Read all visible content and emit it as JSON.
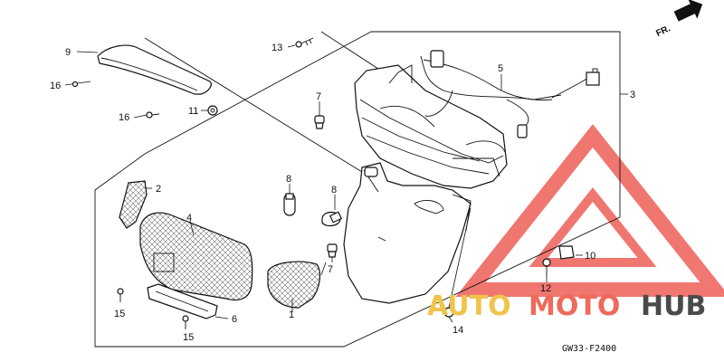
{
  "diagram": {
    "code": "GW33-F2400",
    "direction_label": "FR.",
    "callouts": [
      {
        "id": "c1",
        "text": "1"
      },
      {
        "id": "c2",
        "text": "2"
      },
      {
        "id": "c3",
        "text": "3"
      },
      {
        "id": "c4",
        "text": "4"
      },
      {
        "id": "c5",
        "text": "5"
      },
      {
        "id": "c6",
        "text": "6"
      },
      {
        "id": "c7a",
        "text": "7"
      },
      {
        "id": "c7b",
        "text": "7"
      },
      {
        "id": "c8a",
        "text": "8"
      },
      {
        "id": "c8b",
        "text": "8"
      },
      {
        "id": "c9",
        "text": "9"
      },
      {
        "id": "c10",
        "text": "10"
      },
      {
        "id": "c11",
        "text": "11"
      },
      {
        "id": "c12",
        "text": "12"
      },
      {
        "id": "c13",
        "text": "13"
      },
      {
        "id": "c14",
        "text": "14"
      },
      {
        "id": "c15a",
        "text": "15"
      },
      {
        "id": "c15b",
        "text": "15"
      },
      {
        "id": "c16a",
        "text": "16"
      },
      {
        "id": "c16b",
        "text": "16"
      }
    ]
  },
  "watermark": {
    "part1": "AUTO",
    "part2": "MOTO",
    "part3": "HUB",
    "colors": {
      "auto": "#f0c44a",
      "moto": "#ef6a5a",
      "hub": "#4a4a4a",
      "triangle": "#ee5f58"
    }
  }
}
